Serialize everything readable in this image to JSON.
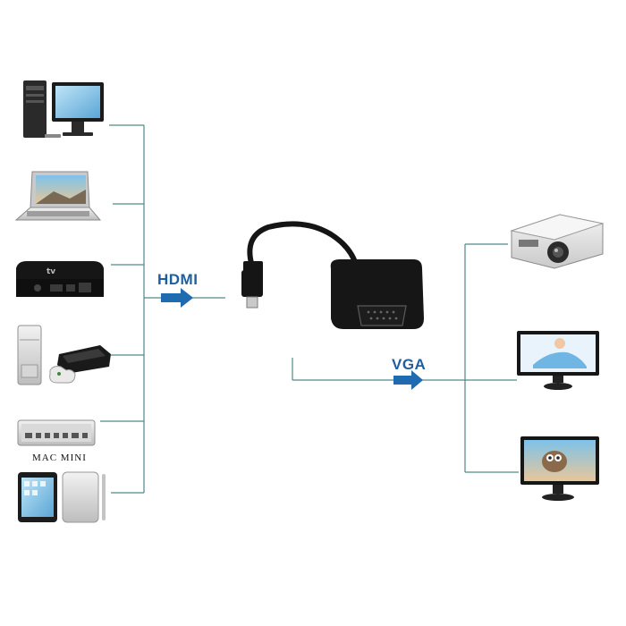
{
  "labels": {
    "hdmi": "HDMI",
    "vga": "VGA",
    "mac_mini": "MAC MINI"
  },
  "colors": {
    "line": "#4f8a87",
    "arrow": "#1f6bb0",
    "label": "#1f5fa0",
    "device_dark": "#161616"
  },
  "sources": [
    {
      "icon": "desktop-pc-icon"
    },
    {
      "icon": "laptop-icon"
    },
    {
      "icon": "apple-tv-icon"
    },
    {
      "icon": "game-console-icon"
    },
    {
      "icon": "mac-mini-icon"
    },
    {
      "icon": "ipad-icon"
    }
  ],
  "destinations": [
    {
      "icon": "projector-icon"
    },
    {
      "icon": "lcd-monitor-icon"
    },
    {
      "icon": "widescreen-monitor-icon"
    }
  ],
  "adapter": {
    "icon": "micro-hdmi-to-vga-adapter-icon"
  }
}
